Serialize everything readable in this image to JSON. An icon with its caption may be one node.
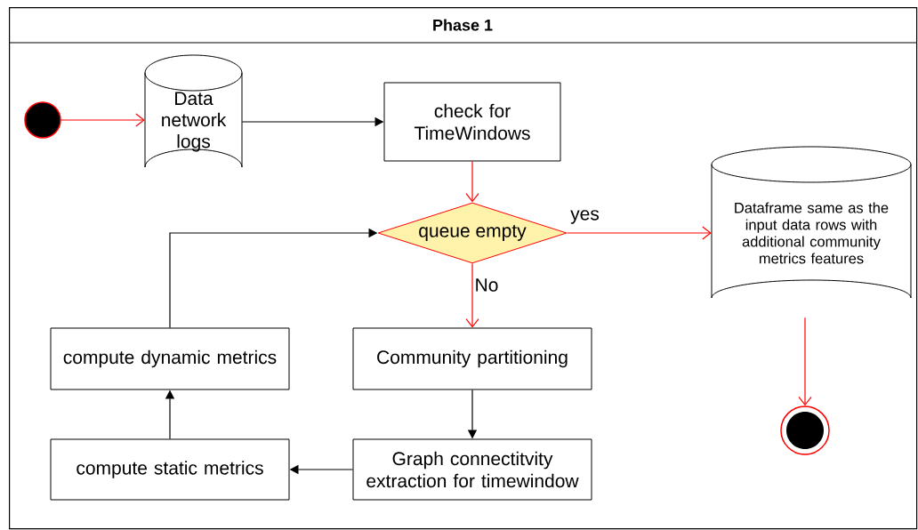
{
  "diagram": {
    "nodes": [
      {
        "text": [
          "Phase 1"
        ]
      },
      {
        "text": [],
        "shape": "circle",
        "in": 0
      },
      {
        "text": [
          "Data network logs"
        ],
        "in": 0
      },
      {
        "text": [
          "check for TimeWindows"
        ],
        "in": 0
      },
      {
        "text": [
          "queue empty"
        ],
        "in": 0
      },
      {
        "text": [
          "Dataframe same as the input data rows with additional community metrics features"
        ],
        "in": 0
      },
      {
        "text": [
          "compute dynamic metrics"
        ],
        "in": 0
      },
      {
        "text": [
          "Community partitioning"
        ],
        "in": 0
      },
      {
        "text": [
          "compute static metrics"
        ],
        "in": 0
      },
      {
        "text": [
          "Graph connectitvity extraction for timewindow"
        ],
        "in": 0
      },
      {
        "text": [],
        "shape": "circle",
        "in": 0
      }
    ],
    "edges": [
      {
        "from": 1,
        "to": 2,
        "arrow": "to",
        "color": "#ff0000"
      },
      {
        "from": 2,
        "to": 3,
        "arrow": "to",
        "color": "#000000"
      },
      {
        "from": 3,
        "to": 4,
        "arrow": "to",
        "color": "#ff0000"
      },
      {
        "from": 4,
        "to": 5,
        "arrow": "to",
        "label": "yes",
        "color": "#ff0000"
      },
      {
        "from": 4,
        "to": 7,
        "arrow": "to",
        "label": "No",
        "color": "#ff0000"
      },
      {
        "from": 7,
        "to": 9,
        "arrow": "to",
        "color": "#000000"
      },
      {
        "from": 9,
        "to": 8,
        "arrow": "to",
        "color": "#000000"
      },
      {
        "from": 8,
        "to": 6,
        "arrow": "to",
        "color": "#000000"
      },
      {
        "from": 6,
        "to": 4,
        "arrow": "to",
        "color": "#000000"
      },
      {
        "from": 5,
        "to": 10,
        "arrow": "to",
        "color": "#ff0000"
      }
    ]
  }
}
